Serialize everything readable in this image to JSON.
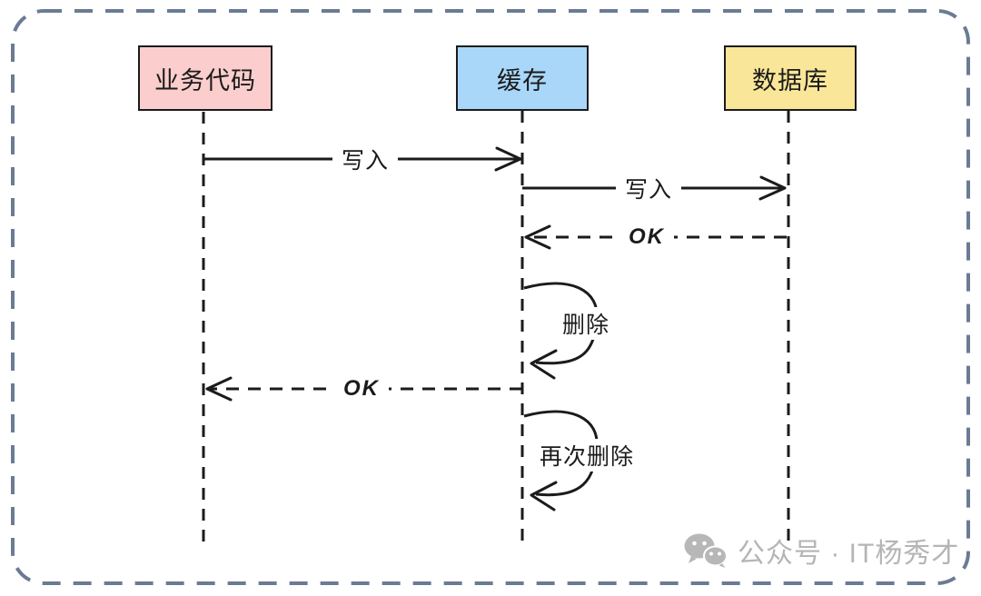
{
  "actors": [
    {
      "id": "business-code",
      "label": "业务代码",
      "fill": "#fbcdcd"
    },
    {
      "id": "cache",
      "label": "缓存",
      "fill": "#a9d7f9"
    },
    {
      "id": "database",
      "label": "数据库",
      "fill": "#fae698"
    }
  ],
  "messages": [
    {
      "from": "业务代码",
      "to": "缓存",
      "label": "写入",
      "line": "solid"
    },
    {
      "from": "缓存",
      "to": "数据库",
      "label": "写入",
      "line": "solid"
    },
    {
      "from": "数据库",
      "to": "缓存",
      "label": "OK",
      "line": "dashed"
    },
    {
      "from": "缓存",
      "to": "缓存",
      "label": "删除",
      "line": "self-loop"
    },
    {
      "from": "缓存",
      "to": "业务代码",
      "label": "OK",
      "line": "dashed"
    },
    {
      "from": "缓存",
      "to": "缓存",
      "label": "再次删除",
      "line": "self-loop"
    }
  ],
  "watermark": {
    "icon": "wechat-icon",
    "text": "公众号 · IT杨秀才"
  },
  "colors": {
    "canvas_border": "#6b7b94",
    "stroke": "#1b1b1b",
    "actor_pink": "#fbcdcd",
    "actor_blue": "#a9d7f9",
    "actor_yellow": "#fae698",
    "watermark_gray": "#b5b5b5"
  }
}
